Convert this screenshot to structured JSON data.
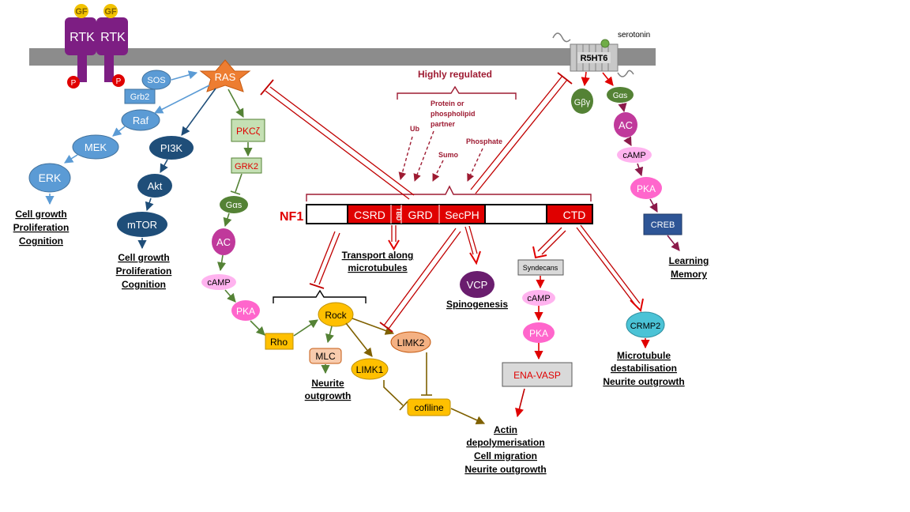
{
  "membrane": {
    "receptor": "RTK",
    "ligand": "GF",
    "phospho": "P",
    "serotonin_receptor": "R5HT6",
    "serotonin": "serotonin"
  },
  "nodes": {
    "ras": "RAS",
    "sos": "SOS",
    "grb2": "Grb2",
    "raf": "Raf",
    "mek": "MEK",
    "erk": "ERK",
    "pi3k": "PI3K",
    "akt": "Akt",
    "mtor": "mTOR",
    "pkcz": "PKCζ",
    "grk2": "GRK2",
    "gas": "Gαs",
    "ac": "AC",
    "camp": "cAMP",
    "pka": "PKA",
    "rho": "Rho",
    "rock": "Rock",
    "mlc": "MLC",
    "limk1": "LIMK1",
    "limk2": "LIMK2",
    "cofiline": "cofiline",
    "vcp": "VCP",
    "syndecans": "Syndecans",
    "ena_vasp": "ENA-VASP",
    "crmp2": "CRMP2",
    "gby": "Gβγ",
    "creb": "CREB"
  },
  "nf1": {
    "label": "NF1",
    "domains": [
      "CSRD",
      "TBD",
      "GRD",
      "SecPH",
      "CTD"
    ]
  },
  "regulation": {
    "title": "Highly regulated",
    "items": [
      "Ub",
      "Protein or",
      "phospholipid",
      "partner",
      "Sumo",
      "Phosphate"
    ]
  },
  "outcomes": {
    "erk": [
      "Cell growth",
      "Proliferation",
      "Cognition"
    ],
    "mtor": [
      "Cell growth",
      "Proliferation",
      "Cognition"
    ],
    "transport": [
      "Transport along",
      "microtubules"
    ],
    "vcp": "Spinogenesis",
    "mlc": [
      "Neurite",
      "outgrowth"
    ],
    "actin": [
      "Actin",
      "depolymerisation",
      "Cell migration",
      "Neurite outgrowth"
    ],
    "crmp2": [
      "Microtubule",
      "destabilisation",
      "Neurite outgrowth"
    ],
    "creb": [
      "Learning",
      "Memory"
    ]
  },
  "colors": {
    "membrane": "#8c8c8c",
    "rtk": "#7d1e83",
    "gf": "#f2c200",
    "ras": "#ed7d31",
    "blue_light": "#5b9bd5",
    "blue_dark": "#1f4e79",
    "green": "#70ad47",
    "green_dark": "#548235",
    "magenta": "#c0399b",
    "pink": "#ff66cc",
    "pink_light": "#ffb3ef",
    "gold": "#ffc000",
    "olive": "#7f6000",
    "nf1_red": "#e00000",
    "dark_red": "#c00000",
    "purple": "#6a1d6e",
    "teal": "#4bc3d6",
    "creb_blue": "#2e5596",
    "reg_text": "#9e1b32"
  }
}
